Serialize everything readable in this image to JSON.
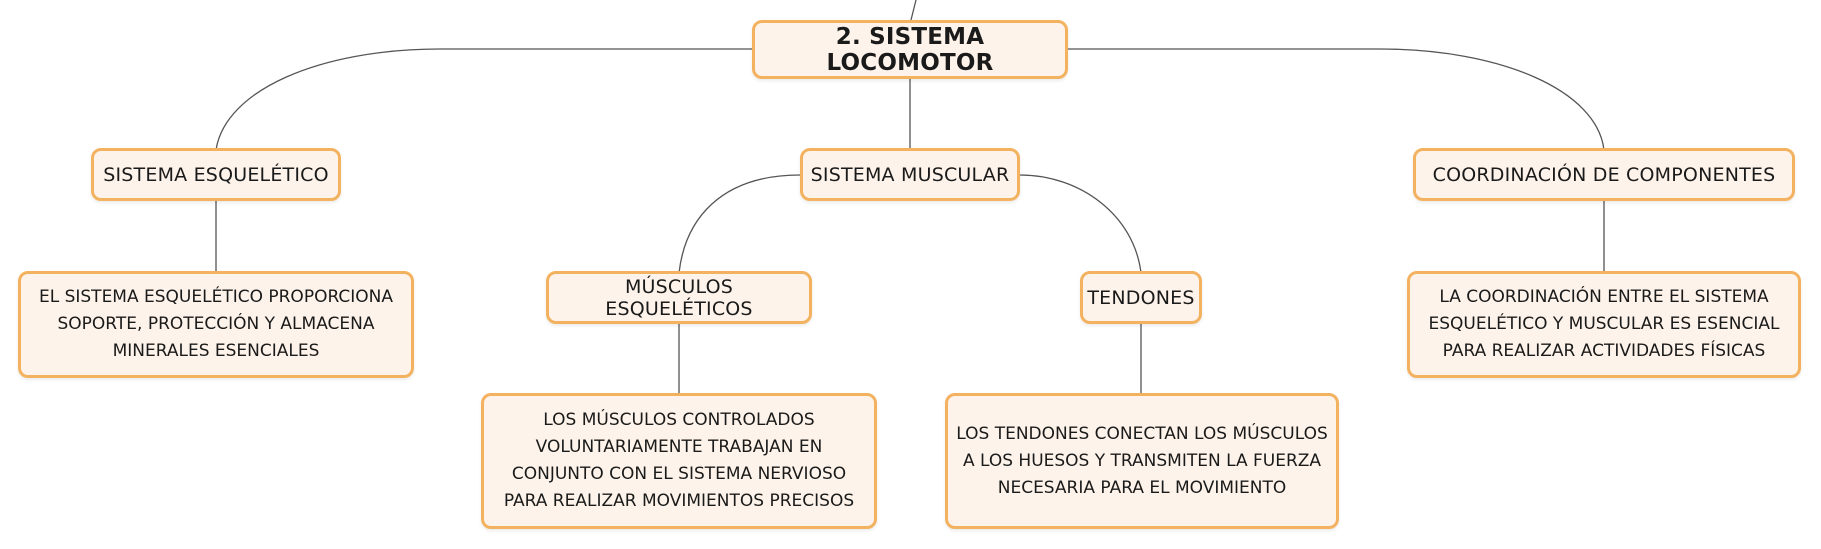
{
  "diagram": {
    "root": {
      "label": "2. SISTEMA LOCOMOTOR"
    },
    "branches": [
      {
        "label": "SISTEMA ESQUELÉTICO",
        "description": "EL SISTEMA ESQUELÉTICO PROPORCIONA SOPORTE, PROTECCIÓN Y ALMACENA MINERALES ESENCIALES"
      },
      {
        "label": "SISTEMA MUSCULAR",
        "children": [
          {
            "label": "MÚSCULOS ESQUELÉTICOS",
            "description": "LOS MÚSCULOS CONTROLADOS VOLUNTARIAMENTE TRABAJAN EN CONJUNTO CON EL SISTEMA NERVIOSO PARA REALIZAR MOVIMIENTOS PRECISOS"
          },
          {
            "label": "TENDONES",
            "description": "LOS TENDONES CONECTAN LOS MÚSCULOS A LOS HUESOS Y TRANSMITEN LA FUERZA NECESARIA PARA EL MOVIMIENTO"
          }
        ]
      },
      {
        "label": "COORDINACIÓN DE COMPONENTES",
        "description": "LA COORDINACIÓN ENTRE EL SISTEMA ESQUELÉTICO Y MUSCULAR ES ESENCIAL PARA REALIZAR ACTIVIDADES FÍSICAS"
      }
    ],
    "colors": {
      "node_fill": "#fdf3ea",
      "node_border": "#f3b25f",
      "connector": "#555555"
    }
  }
}
